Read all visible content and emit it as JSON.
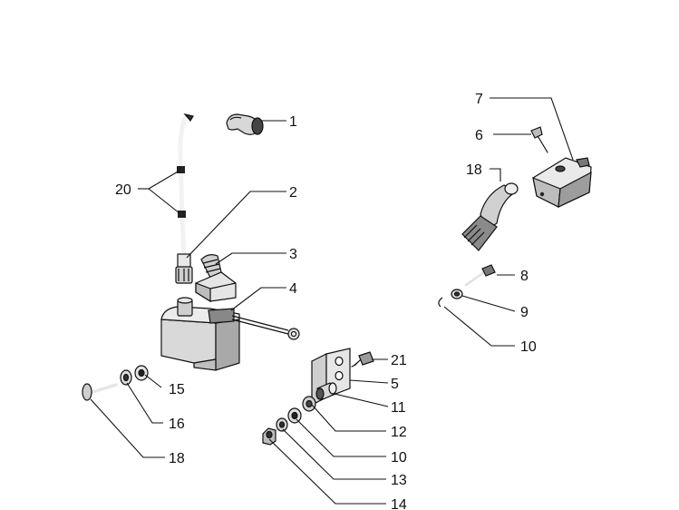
{
  "callouts": {
    "c1": "1",
    "c2": "2",
    "c3": "3",
    "c4": "4",
    "c5": "5",
    "c6": "6",
    "c7": "7",
    "c8": "8",
    "c9": "9",
    "c10a": "10",
    "c10b": "10",
    "c11": "11",
    "c12": "12",
    "c13": "13",
    "c14": "14",
    "c15": "15",
    "c16": "16",
    "c18a": "18",
    "c18b": "18",
    "c20": "20",
    "c21": "21"
  }
}
